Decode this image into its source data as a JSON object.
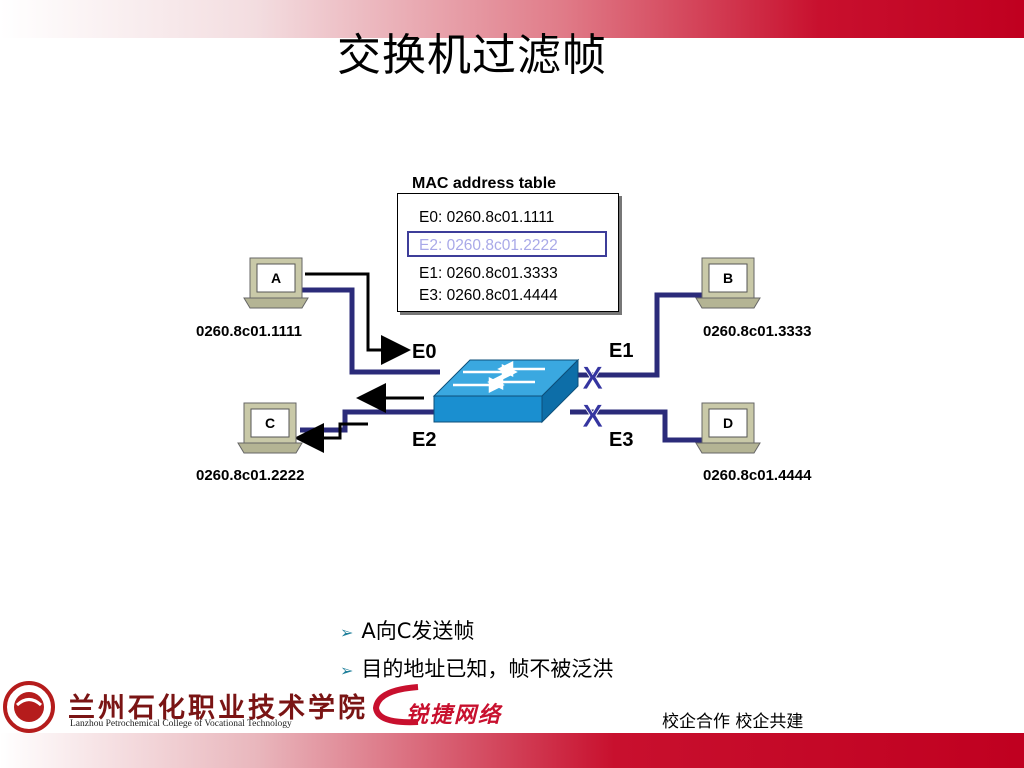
{
  "slide": {
    "title": "交换机过滤帧"
  },
  "mac_table": {
    "title": "MAC address table",
    "rows": [
      "E0:  0260.8c01.1111",
      "E2:  0260.8c01.2222",
      "E1:  0260.8c01.3333",
      "E3:  0260.8c01.4444"
    ],
    "highlighted_row": 1
  },
  "hosts": [
    {
      "name": "A",
      "mac": "0260.8c01.1111"
    },
    {
      "name": "B",
      "mac": "0260.8c01.3333"
    },
    {
      "name": "C",
      "mac": "0260.8c01.2222"
    },
    {
      "name": "D",
      "mac": "0260.8c01.4444"
    }
  ],
  "ports": [
    "E0",
    "E1",
    "E2",
    "E3"
  ],
  "blocked_mark": "X",
  "bullets": [
    "A向C发送帧",
    "目的地址已知，帧不被泛洪"
  ],
  "footer": {
    "slogan": "校企合作   校企共建",
    "school_name_cn": "兰州石化职业技术学院",
    "school_name_en": "Lanzhou Petrochemical  College of Vocational Technology",
    "brand": "锐捷网络"
  },
  "colors": {
    "cable": "#2b2b7a",
    "switch": "#1a8fd0",
    "blocked": "#3535a0",
    "accent": "#c8102e"
  }
}
